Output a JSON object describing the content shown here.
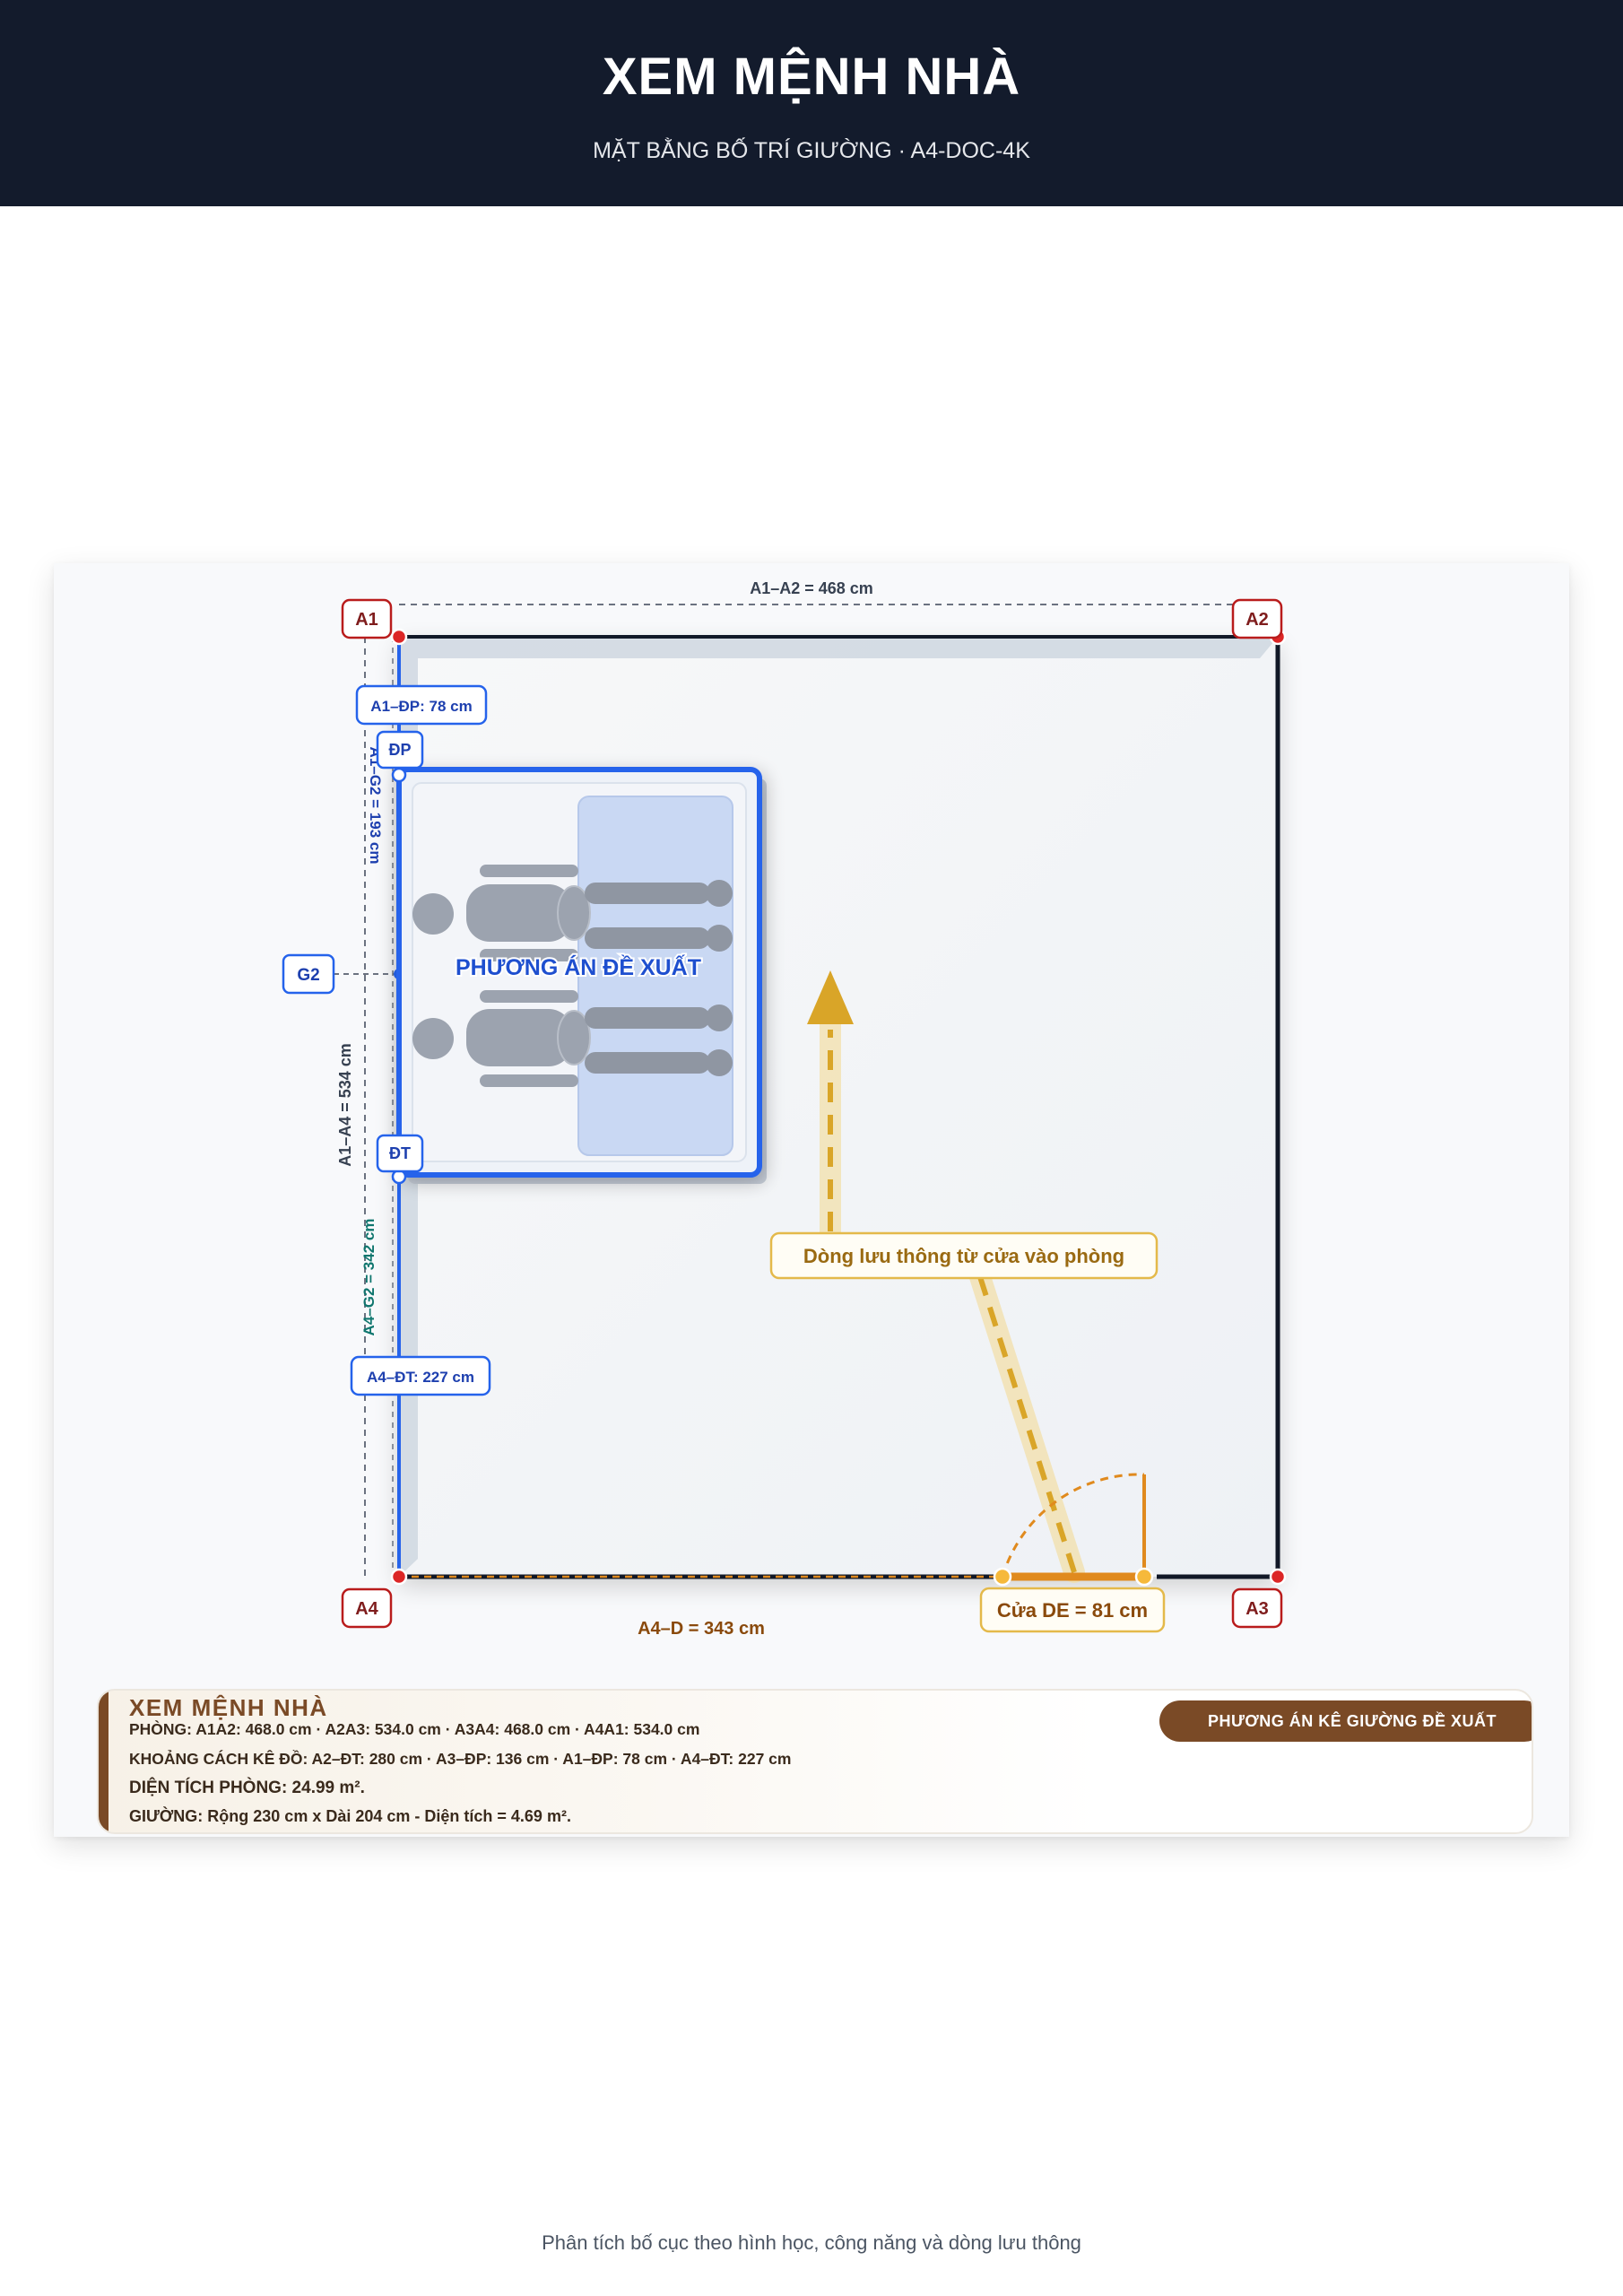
{
  "header": {
    "title": "XEM MỆNH NHÀ",
    "subtitle": "MẶT BẰNG BỐ TRÍ GIƯỜNG · A4-DOC-4K"
  },
  "plan": {
    "corners": [
      "A1",
      "A2",
      "A3",
      "A4"
    ],
    "dimensions": {
      "top": "A1–A2 = 468 cm",
      "bottom": "A4–D = 343 cm",
      "left_wall": "A1–A4 = 534 cm",
      "a1_g2": "A1–G2 = 193 cm",
      "a4_g2": "A4–G2 = 342 cm"
    },
    "callouts": {
      "a1_dp": "A1–ĐP: 78 cm",
      "a4_dt": "A4–ĐT: 227 cm",
      "dp": "ĐP",
      "dt": "ĐT",
      "g2": "G2"
    },
    "bed_label": "PHƯƠNG ÁN ĐỀ XUẤT",
    "flow_label": "Dòng lưu thông từ cửa vào phòng",
    "door_label": "Cửa DE = 81 cm",
    "colors": {
      "wall": "#111827",
      "bed_blue": "#2563eb",
      "corner_red": "#dc2626",
      "door_orange": "#e08a1e",
      "flow_gold": "#d9a528",
      "teal": "#0f766e"
    }
  },
  "summary": {
    "title": "XEM MỆNH NHÀ",
    "room": "PHÒNG: A1A2: 468.0 cm · A2A3: 534.0 cm · A3A4: 468.0 cm · A4A1: 534.0 cm",
    "distances": "KHOẢNG CÁCH KÊ ĐỒ: A2–ĐT: 280 cm · A3–ĐP: 136 cm · A1–ĐP: 78 cm · A4–ĐT: 227 cm",
    "area": "DIỆN TÍCH PHÒNG: 24.99 m².",
    "bed": "GIƯỜNG: Rộng 230 cm x Dài 204 cm - Diện tích = 4.69 m².",
    "button": "PHƯƠNG ÁN KÊ GIƯỜNG ĐỀ XUẤT"
  },
  "footer": "Phân tích bố cục theo hình học, công năng và dòng lưu thông"
}
